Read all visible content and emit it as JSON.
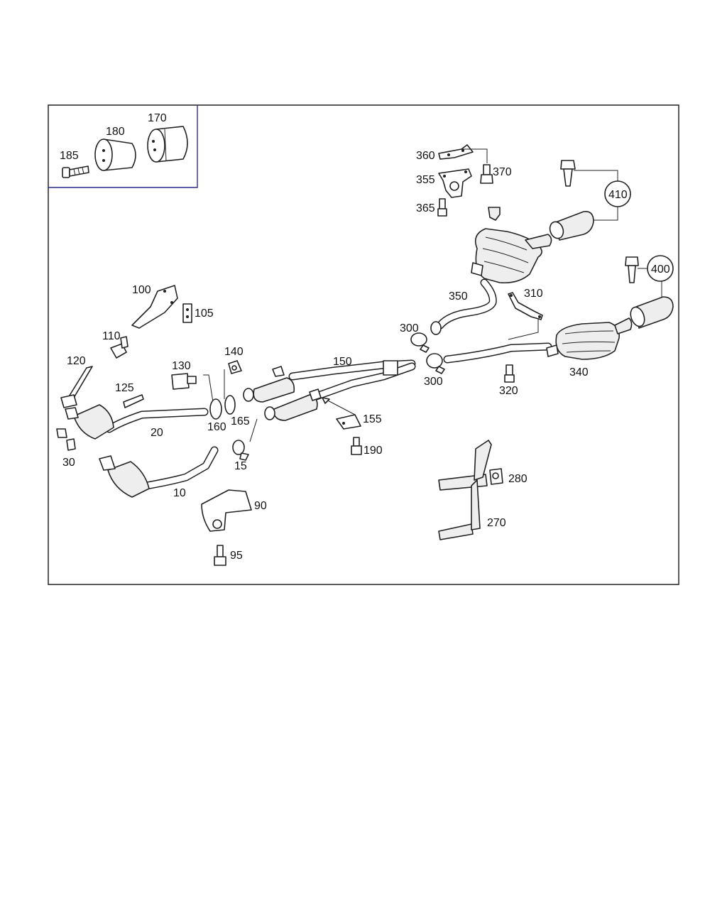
{
  "diagram": {
    "part_labels": {
      "p170": "170",
      "p180": "180",
      "p185": "185",
      "p360": "360",
      "p355": "355",
      "p370": "370",
      "p365": "365",
      "p410": "410",
      "p400": "400",
      "p100": "100",
      "p105": "105",
      "p110": "110",
      "p120": "120",
      "p125": "125",
      "p130": "130",
      "p140": "140",
      "p150": "150",
      "p155": "155",
      "p160": "160",
      "p165": "165",
      "p190": "190",
      "p20": "20",
      "p30": "30",
      "p10": "10",
      "p15": "15",
      "p90": "90",
      "p95": "95",
      "p300a": "300",
      "p300b": "300",
      "p310": "310",
      "p320": "320",
      "p340": "340",
      "p350": "350",
      "p280": "280",
      "p270": "270"
    }
  }
}
